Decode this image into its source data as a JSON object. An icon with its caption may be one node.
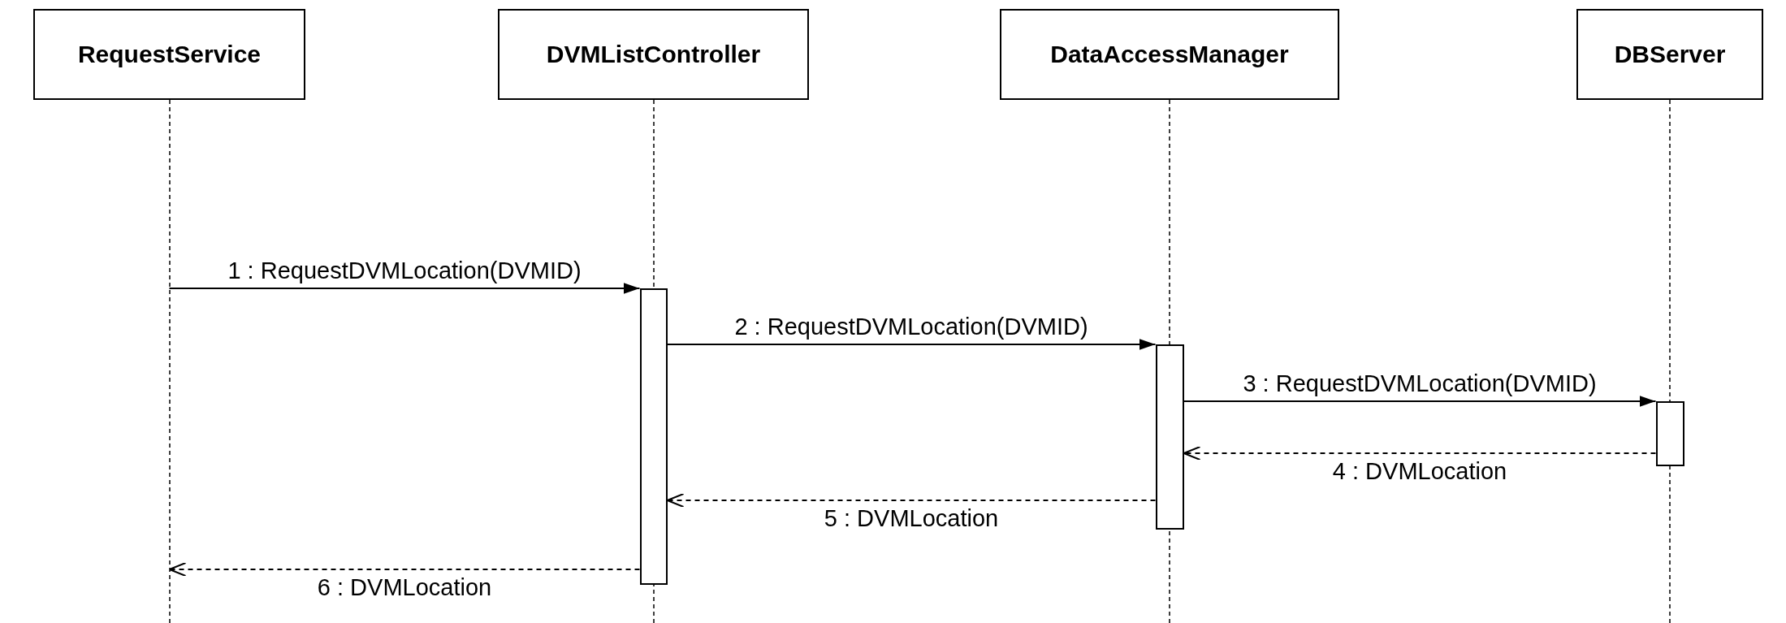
{
  "diagram": {
    "nodes": [
      {
        "text": [
          "RequestService"
        ]
      },
      {
        "text": [
          "DVMListController"
        ]
      },
      {
        "text": [
          "DataAccessManager"
        ]
      },
      {
        "text": [
          "DBServer"
        ]
      },
      {
        "text": [],
        "shape": "bar",
        "in": 1
      },
      {
        "text": [],
        "shape": "bar",
        "in": 2
      },
      {
        "text": [],
        "shape": "bar",
        "in": 3
      }
    ],
    "edges": [
      {
        "from": 0,
        "to": 4,
        "arrow": "to",
        "label": "1 : RequestDVMLocation(DVMID)"
      },
      {
        "from": 4,
        "to": 5,
        "arrow": "to",
        "label": "2 : RequestDVMLocation(DVMID)"
      },
      {
        "from": 5,
        "to": 6,
        "arrow": "to",
        "label": "3 : RequestDVMLocation(DVMID)"
      },
      {
        "from": 6,
        "to": 5,
        "arrow": "to",
        "label": "4 : DVMLocation",
        "style": "dashed"
      },
      {
        "from": 5,
        "to": 4,
        "arrow": "to",
        "label": "5 : DVMLocation",
        "style": "dashed"
      },
      {
        "from": 4,
        "to": 0,
        "arrow": "to",
        "label": "6 : DVMLocation",
        "style": "dashed"
      }
    ]
  }
}
